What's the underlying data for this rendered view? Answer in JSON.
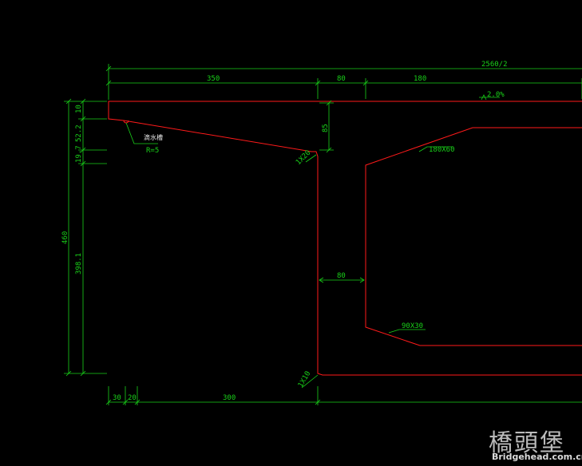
{
  "dimensions": {
    "total_half_width": "2560/2",
    "top_cantilever": "350",
    "top_web": "80",
    "top_deck": "180",
    "slope": "2.0%",
    "left_10": "10",
    "left_52": "52.2",
    "left_19": "19.7",
    "left_460": "460",
    "left_398": "398.1",
    "cantilever_root": "85",
    "web_mid": "80",
    "haunch_top": "180X60",
    "haunch_bottom": "90X30",
    "chamfer_top": "1X20",
    "chamfer_bottom": "1X10",
    "bottom_30": "30",
    "bottom_20": "20",
    "bottom_300": "300"
  },
  "notes": {
    "drip_label": "滴水槽",
    "drip_radius": "R=5"
  },
  "watermark": {
    "brand": "橋頭堡",
    "url": "Bridgehead.com.cn"
  },
  "colors": {
    "outline": "#ff1a1a",
    "dimension": "#19d219",
    "background": "#000000"
  }
}
